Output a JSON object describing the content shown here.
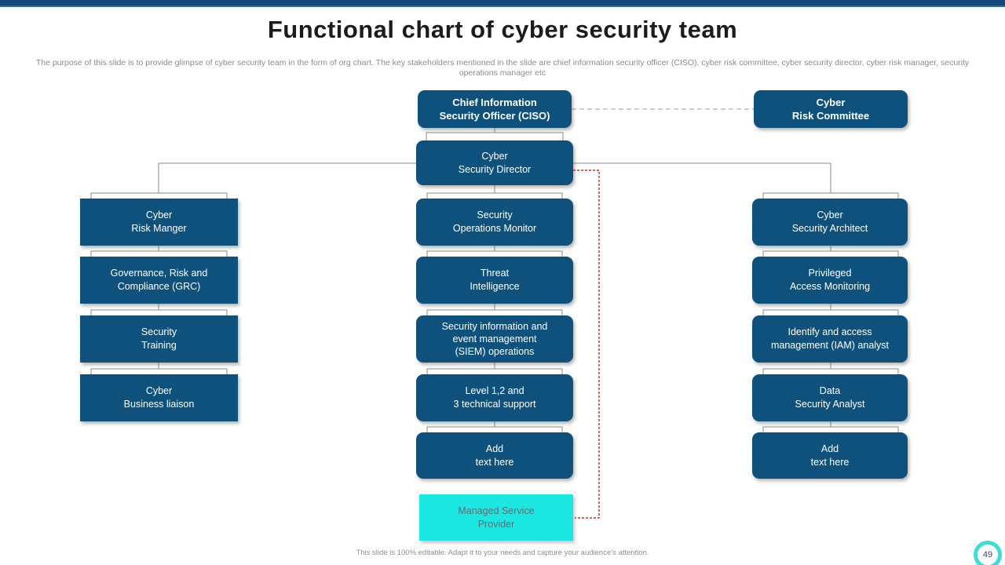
{
  "slide": {
    "title": "Functional chart of cyber security team",
    "description": "The purpose of this slide is to provide glimpse of cyber security team in the form of org chart. The key stakeholders mentioned in the slide are chief information security officer (CISO),  cyber risk committee, cyber security director, cyber risk manager, security operations manager etc",
    "footer_note": "This slide is 100% editable. Adapt it to your needs and capture your audience's attention.",
    "page_number": "49"
  },
  "colors": {
    "node_blue": "#0F517D",
    "accent_cyan": "#1BE8E2",
    "top_bar_navy": "#14477B",
    "red_dashed_connector": "#C00000",
    "gray_connector": "#8a8a8a",
    "badge_ring": "#3EDCD4"
  },
  "org_chart": {
    "ciso": "Chief Information\nSecurity Officer (CISO)",
    "risk_committee": "Cyber\nRisk Committee",
    "director": "Cyber\nSecurity Director",
    "left_column": [
      "Cyber\nRisk Manger",
      "Governance,  Risk and\nCompliance  (GRC)",
      "Security\nTraining",
      "Cyber\nBusiness liaison"
    ],
    "middle_column": [
      "Security\nOperations Monitor",
      "Threat\nIntelligence",
      "Security information  and\nevent  management\n(SIEM) operations",
      "Level 1,2 and\n3 technical support",
      "Add\ntext here"
    ],
    "right_column": [
      "Cyber\nSecurity Architect",
      "Privileged\nAccess Monitoring",
      "Identify  and  access\nmanagement  (IAM)  analyst",
      "Data\nSecurity Analyst",
      "Add\ntext here"
    ],
    "managed_service_provider": "Managed  Service\nProvider"
  }
}
